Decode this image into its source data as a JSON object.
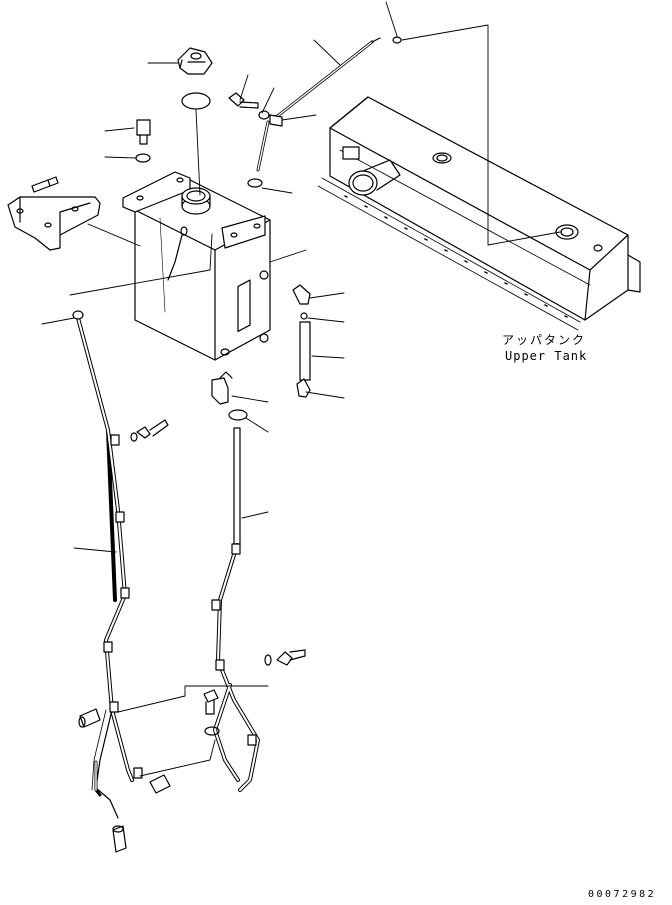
{
  "upper_tank": {
    "label_jp": "アッパタンク",
    "label_en": "Upper Tank"
  },
  "drawing_number": "00072982",
  "colors": {
    "line": "#000000",
    "background": "#ffffff"
  }
}
